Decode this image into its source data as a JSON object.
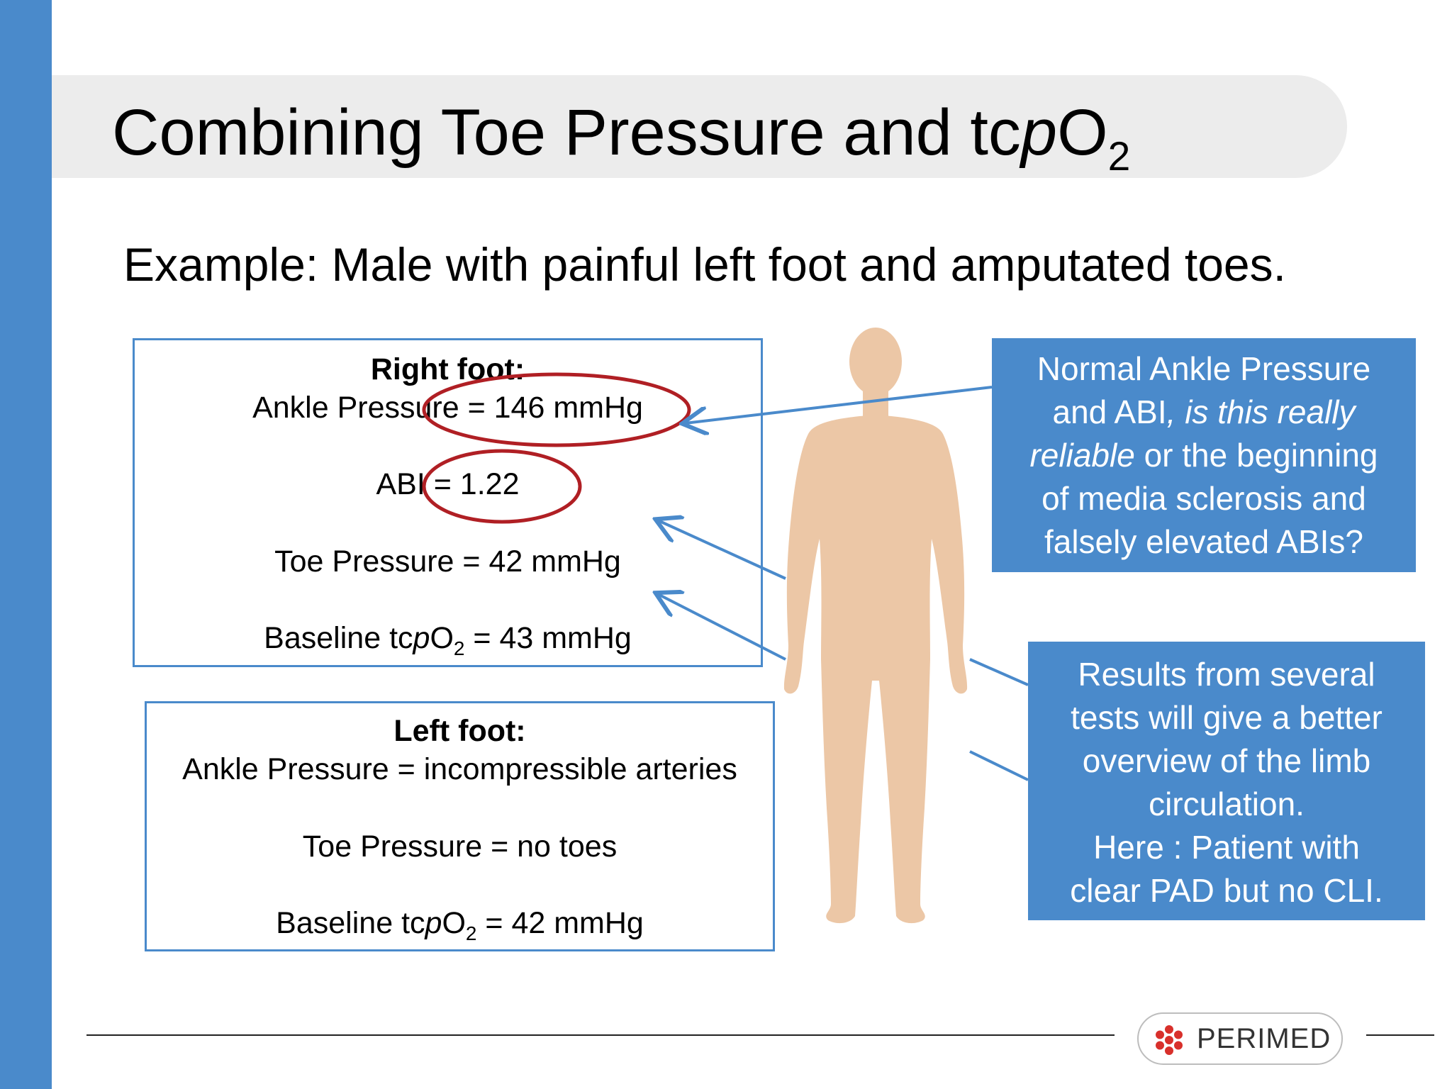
{
  "title": {
    "main": "Combining Toe Pressure and tc",
    "italic": "p",
    "o": "O",
    "sub": "2"
  },
  "subtitle": "Example:  Male with painful left foot and amputated toes.",
  "right_foot": {
    "heading": "Right foot:",
    "ankle_pressure": "Ankle Pressure = 146 mmHg",
    "abi": "ABI = 1.22",
    "toe_pressure": "Toe Pressure = 42 mmHg",
    "tcpo2_prefix": "Baseline tc",
    "tcpo2_italic": "p",
    "tcpo2_o": "O",
    "tcpo2_sub": "2",
    "tcpo2_value": " = 43 mmHg"
  },
  "left_foot": {
    "heading": "Left foot:",
    "ankle_pressure": "Ankle Pressure = incompressible arteries",
    "toe_pressure": "Toe Pressure = no toes",
    "tcpo2_prefix": "Baseline tc",
    "tcpo2_italic": "p",
    "tcpo2_o": "O",
    "tcpo2_sub": "2",
    "tcpo2_value": " = 42 mmHg"
  },
  "callout_1": {
    "line1": "Normal Ankle Pressure",
    "line2_a": "and ABI",
    "line2_b": ", is this really",
    "line3_a": "reliable",
    "line3_b": " or the beginning",
    "line4": "of media sclerosis and",
    "line5": "falsely elevated ABIs?"
  },
  "callout_2": {
    "line1": "Results from several",
    "line2": "tests will give a better",
    "line3": "overview of the limb",
    "line4": "circulation.",
    "line5": "Here : Patient with",
    "line6": "clear PAD but no CLI."
  },
  "logo": {
    "text": "PERIMED"
  },
  "colors": {
    "accent_blue": "#4a8acb",
    "circle_red": "#b01f24",
    "skin": "#ecc7a6",
    "title_band": "#ececec"
  }
}
